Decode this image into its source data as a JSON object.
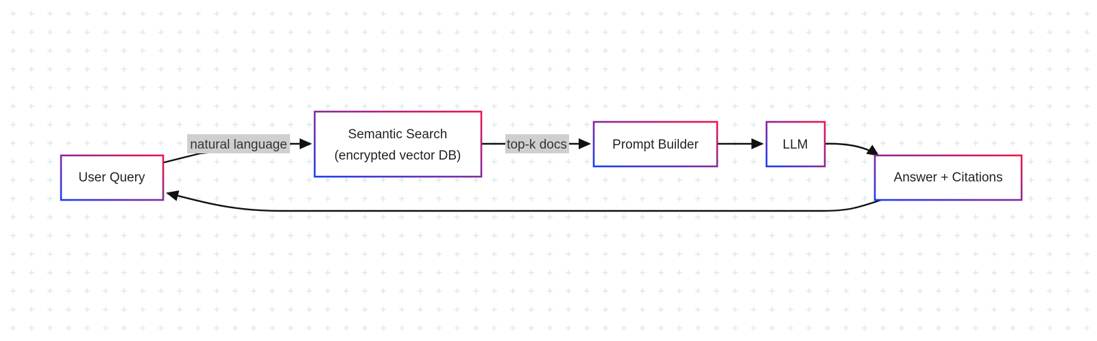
{
  "diagram": {
    "nodes": {
      "user_query": {
        "label": "User Query"
      },
      "semantic_search": {
        "label_line1": "Semantic Search",
        "label_line2": "(encrypted vector DB)"
      },
      "prompt_builder": {
        "label": "Prompt Builder"
      },
      "llm": {
        "label": "LLM"
      },
      "answer": {
        "label": "Answer + Citations"
      }
    },
    "edges": {
      "query_to_search": {
        "label": "natural language"
      },
      "search_to_prompt": {
        "label": "top-k docs"
      }
    }
  },
  "colors": {
    "background": "#ffffff",
    "grid_cross": "#d4ede9",
    "node_border_start": "#1a3cf0",
    "node_border_end": "#f0144a",
    "edge": "#111111",
    "edge_label_bg": "#cfcfcf"
  }
}
